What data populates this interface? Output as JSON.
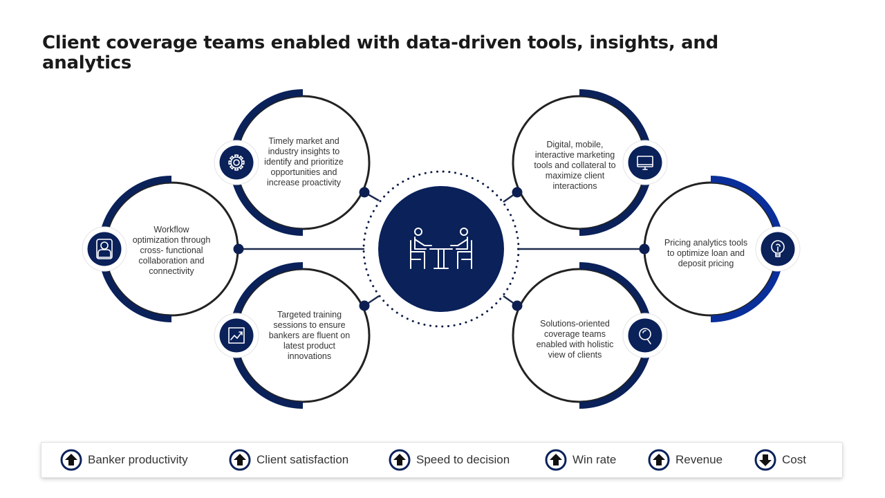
{
  "title": "Client coverage teams enabled with data-driven tools, insights, and analytics",
  "colors": {
    "navy": "#0a2159",
    "blue": "#0a2f9a",
    "dark": "#222222"
  },
  "center": {
    "icon": "meeting-icon"
  },
  "nodes": [
    {
      "id": "workflow",
      "icon": "person-icon",
      "text": [
        "Workflow",
        "optimization through",
        "cross-  functional",
        "collaboration and",
        "connectivity"
      ]
    },
    {
      "id": "market-insights",
      "icon": "gear-icon",
      "text": [
        "Timely market and",
        "industry insights to",
        "identify  and prioritize",
        "opportunities and",
        "increase proactivity"
      ]
    },
    {
      "id": "training",
      "icon": "chart-icon",
      "text": [
        "Targeted training",
        "sessions to ensure",
        "bankers are fluent on",
        "latest product",
        "innovations"
      ]
    },
    {
      "id": "digital-tools",
      "icon": "monitor-icon",
      "text": [
        "Digital, mobile,",
        "interactive marketing",
        "tools and collateral to",
        "maximize client",
        "interactions"
      ]
    },
    {
      "id": "pricing",
      "icon": "lightbulb-icon",
      "text": [
        "Pricing analytics tools",
        "to optimize loan and",
        "deposit pricing"
      ]
    },
    {
      "id": "solutions",
      "icon": "magnifier-icon",
      "text": [
        "Solutions-oriented",
        "coverage teams",
        "enabled with holistic",
        "view of clients"
      ]
    }
  ],
  "kpis": [
    {
      "label": "Banker productivity",
      "direction": "up"
    },
    {
      "label": "Client satisfaction",
      "direction": "up"
    },
    {
      "label": "Speed to decision",
      "direction": "up"
    },
    {
      "label": "Win rate",
      "direction": "up"
    },
    {
      "label": "Revenue",
      "direction": "up"
    },
    {
      "label": "Cost",
      "direction": "down"
    }
  ]
}
